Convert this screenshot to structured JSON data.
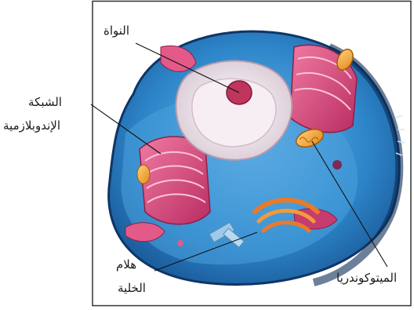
{
  "labels": {
    "nucleus": "النواة",
    "er_line1": "الشبكة",
    "er_line2": "الإندوبلازمية",
    "cytoplasm_line1": "هلام",
    "cytoplasm_line2": "الخلية",
    "mitochondria": "الميتوكوندريا"
  },
  "colors": {
    "cytoplasm": "#2a7fc2",
    "membrane_edge": "#123a6b",
    "er": "#d9467a",
    "nucleus_envelope": "#f1e8ee",
    "nucleolus": "#c0355c",
    "mitochondria": "#f4a63a",
    "golgi": "#e97a2a"
  }
}
